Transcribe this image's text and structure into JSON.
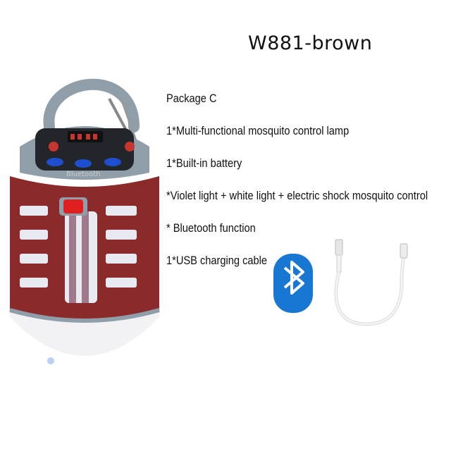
{
  "product": {
    "title": "W881-brown",
    "lines": [
      "Package C",
      "1*Multi-functional mosquito control lamp",
      "1*Built-in battery",
      "*Violet light + white light + electric shock mosquito control",
      "* Bluetooth function",
      "1*USB charging cable"
    ],
    "lamp_label": "Bluetooth"
  },
  "colors": {
    "body": "#8a2a2a",
    "cap": "#8f9ea9",
    "bluetooth_badge": "#1877d2"
  },
  "icons": [
    "lamp-image",
    "bluetooth-icon",
    "usb-cable-image"
  ]
}
